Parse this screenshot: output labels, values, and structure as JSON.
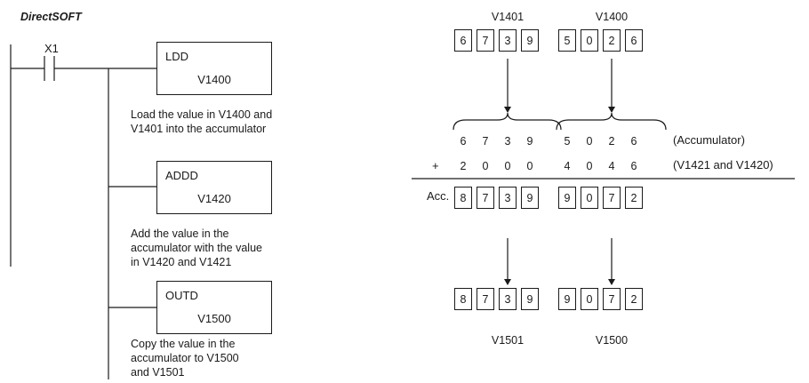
{
  "ladder": {
    "title": "DirectSOFT",
    "contact": "X1",
    "instructions": [
      {
        "op": "LDD",
        "arg": "V1400",
        "desc": [
          "Load the value in V1400 and",
          "V1401 into the accumulator"
        ]
      },
      {
        "op": "ADDD",
        "arg": "V1420",
        "desc": [
          "Add the value in the",
          "accumulator with the value",
          "in V1420 and V1421"
        ]
      },
      {
        "op": "OUTD",
        "arg": "V1500",
        "desc": [
          "Copy the value in the",
          "accumulator to V1500",
          "and V1501"
        ]
      }
    ]
  },
  "example": {
    "source_high": {
      "name": "V1401",
      "digits": [
        "6",
        "7",
        "3",
        "9"
      ]
    },
    "source_low": {
      "name": "V1400",
      "digits": [
        "5",
        "0",
        "2",
        "6"
      ]
    },
    "accumulator_row": {
      "digits": [
        "6",
        "7",
        "3",
        "9",
        "5",
        "0",
        "2",
        "6"
      ],
      "label": "(Accumulator)"
    },
    "addend_row": {
      "sign": "+",
      "digits": [
        "2",
        "0",
        "0",
        "0",
        "4",
        "0",
        "4",
        "6"
      ],
      "label": "(V1421 and V1420)"
    },
    "result": {
      "label": "Acc.",
      "digits": [
        "8",
        "7",
        "3",
        "9",
        "9",
        "0",
        "7",
        "2"
      ]
    },
    "dest_high": {
      "name": "V1501",
      "digits": [
        "8",
        "7",
        "3",
        "9"
      ]
    },
    "dest_low": {
      "name": "V1500",
      "digits": [
        "9",
        "0",
        "7",
        "2"
      ]
    }
  }
}
